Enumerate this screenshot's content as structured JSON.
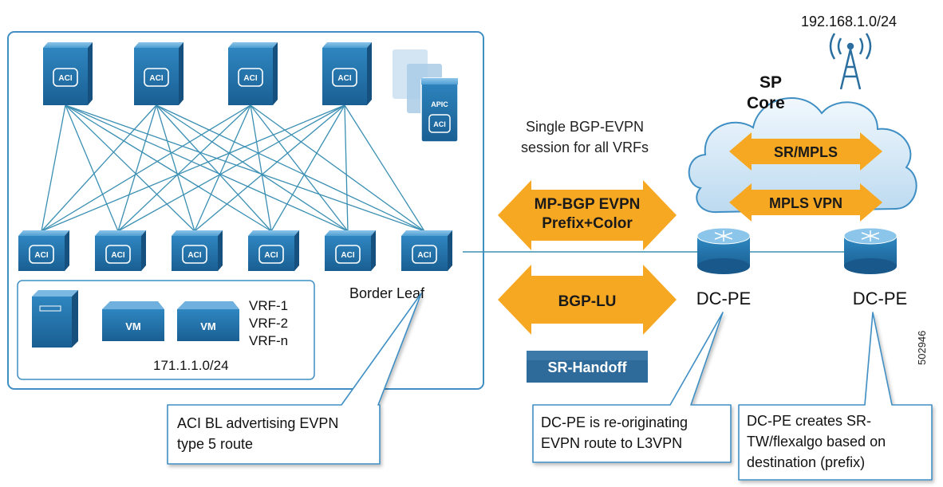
{
  "colors": {
    "fabric_border": "#3f8fc4",
    "switch_blue": "#1f6fa8",
    "arrow_orange": "#f7a823",
    "cloud_fill": "#d4e8f6",
    "handoff_blue": "#2e6a9a",
    "link_teal": "#3a8fb3"
  },
  "fabric": {
    "spines": [
      "ACI",
      "ACI",
      "ACI",
      "ACI"
    ],
    "leaves": [
      "ACI",
      "ACI",
      "ACI",
      "ACI",
      "ACI",
      "ACI"
    ],
    "apic_label": "APIC",
    "apic_badge": "ACI",
    "border_leaf_label": "Border Leaf",
    "hosts": {
      "vm_labels": [
        "VM",
        "VM"
      ],
      "vrfs": [
        "VRF-1",
        "VRF-2",
        "VRF-n"
      ],
      "subnet": "171.1.1.0/24"
    }
  },
  "center": {
    "session_note_line1": "Single BGP-EVPN",
    "session_note_line2": "session for all VRFs",
    "evpn_arrow_line1": "MP-BGP EVPN",
    "evpn_arrow_line2": "Prefix+Color",
    "lu_arrow": "BGP-LU",
    "handoff_badge": "SR-Handoff"
  },
  "sp": {
    "core_line1": "SP",
    "core_line2": "Core",
    "srmpls_arrow": "SR/MPLS",
    "mplsvpn_arrow": "MPLS VPN",
    "pe_left": "DC-PE",
    "pe_right": "DC-PE",
    "tower_subnet": "192.168.1.0/24",
    "figure_id": "502946"
  },
  "callouts": {
    "bl": [
      "ACI BL advertising EVPN",
      "type 5 route"
    ],
    "pe1": [
      "DC-PE is re-originating",
      "EVPN route to L3VPN"
    ],
    "pe2": [
      "DC-PE creates SR-",
      "TW/flexalgo based on",
      "destination (prefix)"
    ]
  }
}
